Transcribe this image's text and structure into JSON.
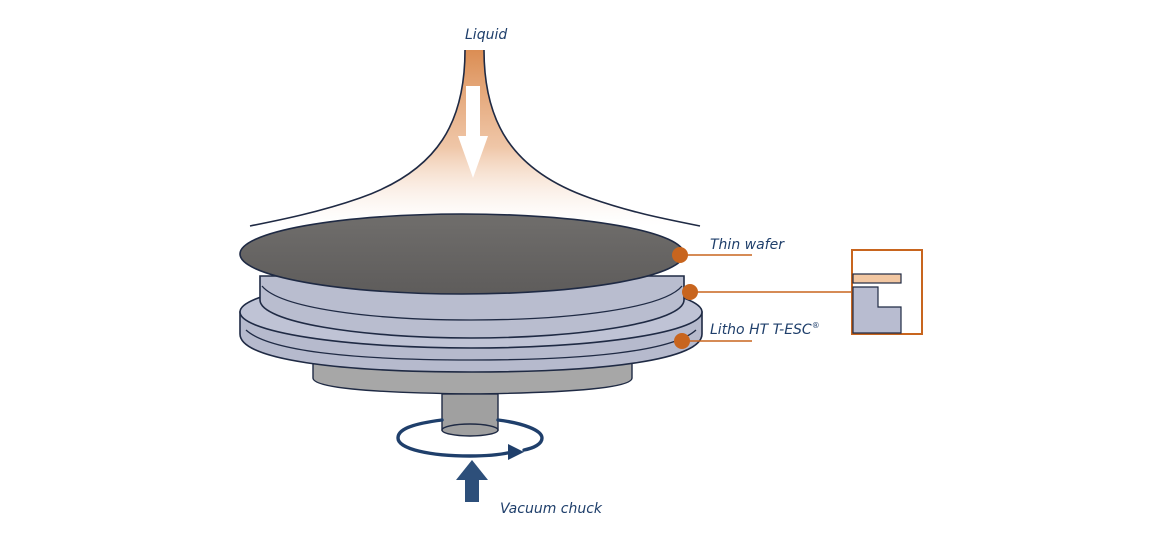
{
  "labels": {
    "liquid": "Liquid",
    "thin_wafer": "Thin wafer",
    "chuck_name": "Litho HT T-ESC",
    "chuck_mark": "®",
    "vacuum_chuck": "Vacuum chuck"
  },
  "colors": {
    "label_text": "#1f3f6b",
    "callout": "#c8651e",
    "wafer": "#6a6866",
    "chuck_body": "#b8bcd0",
    "chuck_outline": "#1f2a44",
    "base": "#a3a3a3",
    "shaft": "#9a9a9a",
    "liquid_flow": "#e8b58a",
    "rotation_arrow": "#1f3f6b",
    "vacuum_arrow": "#2d4f7a",
    "inset_top": "#f2c7a2",
    "inset_body": "#b8bcd0"
  },
  "icons": {
    "liquid_arrow": "down-arrow-icon",
    "rotation": "rotation-arrow-icon",
    "vacuum": "up-arrow-icon"
  }
}
